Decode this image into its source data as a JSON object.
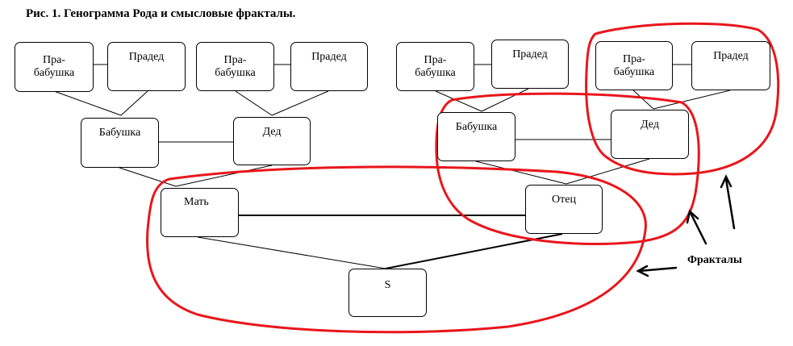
{
  "title": "Рис. 1. Генограмма Рода и смысловые фракталы.",
  "nodes": {
    "pg_left_1": "Пра-\nбабушка",
    "pd_left_1": "Прадед",
    "pg_left_2": "Пра-\nбабушка",
    "pd_left_2": "Прадед",
    "pg_right_1": "Пра-\nбабушка",
    "pd_right_1": "Прадед",
    "pg_right_2": "Пра-\nбабушка",
    "pd_right_2": "Прадед",
    "grandma_left": "Бабушка",
    "grandpa_left": "Дед",
    "grandma_right": "Бабушка",
    "grandpa_right": "Дед",
    "mother": "Мать",
    "father": "Отец",
    "self": "S"
  },
  "fractals_label": "Фракталы",
  "colors": {
    "highlight": "#e8161b",
    "line": "#000000"
  }
}
